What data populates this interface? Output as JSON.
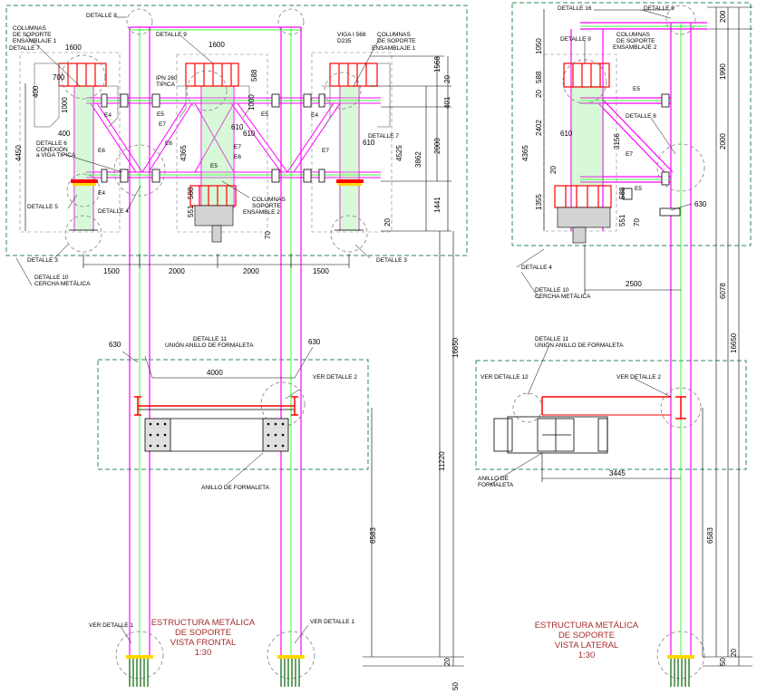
{
  "colors": {
    "magenta": "#ff00ff",
    "green": "#00ff00",
    "red": "#ff0000",
    "frame": "#2e8b57",
    "brown": "#a52a2a",
    "black": "#000000",
    "gray": "#808080"
  },
  "front": {
    "title": [
      "ESTRUCTURA METÁLICA",
      "DE SOPORTE",
      "VISTA FRONTAL",
      "1:30"
    ],
    "labels": {
      "detalle8": "DETALLE 8",
      "detalle9": "DETALLE 9",
      "detalle7a": "DETALLE 7",
      "detalle7b": "DETALLE 7",
      "detalle6": "DETALLE 6",
      "conexion": "CONEXIÓN",
      "viga_tipica": "a VIGA TIPICA",
      "detalle5": "DETALLE 5",
      "detalle4": "DETALLE 4",
      "detalle3a": "DETALLE 3",
      "detalle3b": "DETALLE 3",
      "detalle10": "DETALLE 10",
      "cercha": "CERCHA METÁLICA",
      "col1a": "COLUMNAS",
      "col1b": "DE SOPORTE",
      "col1c": "ENSAMBLAJE 1",
      "col3a": "COLUMNAS",
      "col3b": "DE SOPORTE",
      "col3c": "ENSAMBLAJE 1",
      "viga": "VIGA I 568",
      "d235": "D235",
      "ipn": "IPN 260",
      "tipica": "TIPICA",
      "col2a": "COLUMNAS",
      "col2b": "SOPORTE",
      "col2c": "ENSAMBLE 2",
      "detalle11": "DETALLE 11",
      "union": "UNIÓN ANILLO DE FORMALETA",
      "anillo": "ANILLO DE FORMALETA",
      "verDet2": "VER DETALLE 2",
      "verDet1a": "VER DETALLE 1",
      "verDet1b": "VER DETALLE 1",
      "e4a": "E4",
      "e5a": "E5",
      "e6a": "E6",
      "e4b": "E4",
      "e7a": "E7",
      "e6b": "E6",
      "e7b": "E7",
      "e6c": "E6",
      "e5b": "E5",
      "e5c": "E5",
      "e4c": "E4",
      "e7c": "E7"
    },
    "dims": {
      "d1600a": "1600",
      "d1600b": "1600",
      "d700": "700",
      "d400a": "400",
      "d400b": "400",
      "d1000a": "1000",
      "d1000b": "1000",
      "d4450": "4450",
      "d610a": "610",
      "d610b": "610",
      "d610c": "610",
      "d4365": "4365",
      "d588": "588",
      "d588b": "588",
      "d20": "20",
      "d20b": "20",
      "d20c": "20",
      "d70": "70",
      "d551": "551",
      "d1568": "1568",
      "d401": "401",
      "d2000v": "2000",
      "d4525": "4525",
      "d3862": "3862",
      "d1441": "1441",
      "d1500a": "1500",
      "d2000a": "2000",
      "d2000b": "2000",
      "d1500b": "1500",
      "d630a": "630",
      "d630b": "630",
      "d4000": "4000",
      "d16650": "16650",
      "d11220": "11220",
      "d6583": "6583",
      "d50": "50"
    }
  },
  "side": {
    "title": [
      "ESTRUCTURA METÁLICA",
      "DE SOPORTE",
      "VISTA LATERAL",
      "1:30"
    ],
    "labels": {
      "detalle16": "DETALLE 16",
      "detalle9a": "DETALLE 9",
      "detalle9b": "DETALLE 9",
      "detalle8": "DETALLE 8",
      "col_a": "COLUMNAS",
      "col_b": "DE SOPORTE",
      "col_c": "ENSAMBLAJE 2",
      "e5a": "E5",
      "e7": "E7",
      "e5b": "E5",
      "detalle4": "DETALLE 4",
      "detalle10": "DETALLE 10",
      "cercha": "CERCHA METÁLICA",
      "detalle11": "DETALLE 11",
      "union": "UNIÓN ANILLO DE FORMALETA",
      "verDet12": "VER DETALLE 12",
      "verDet2": "VER DETALLE 2",
      "anillo_a": "ANILLO DE",
      "anillo_b": "FORMALETA"
    },
    "dims": {
      "d1050": "1050",
      "d20a": "20",
      "d588": "588",
      "d2402": "2402",
      "d610": "610",
      "d3156": "3156",
      "d4365": "4365",
      "d20b": "20",
      "d1355": "1355",
      "d551": "551",
      "d588b": "588",
      "d70": "70",
      "d200": "200",
      "d1990": "1990",
      "d2000": "2000",
      "d630": "630",
      "d2500": "2500",
      "d6078": "6078",
      "d16650": "16650",
      "d3445": "3445",
      "d6583": "6583",
      "d50": "50",
      "d20c": "20"
    }
  }
}
